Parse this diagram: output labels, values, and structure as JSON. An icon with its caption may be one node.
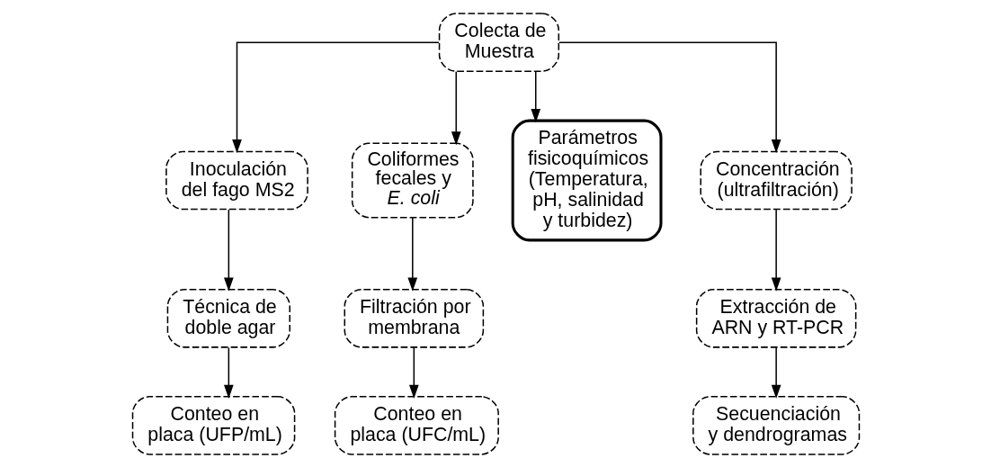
{
  "diagram": {
    "nodes": [
      {
        "text": [
          "Colecta de Muestra"
        ]
      },
      {
        "text": [
          "Inoculación del fago MS2"
        ]
      },
      {
        "text": [
          "Técnica de doble agar"
        ]
      },
      {
        "text": [
          "Conteo en placa (UFP/mL)"
        ]
      },
      {
        "text": [
          "Coliformes fecales y *E. coli*"
        ]
      },
      {
        "text": [
          "Filtración por membrana"
        ]
      },
      {
        "text": [
          "Conteo en placa (UFC/mL)"
        ]
      },
      {
        "text": [
          "Parámetros fisicoquímicos (Temperatura, pH, salinidad y turbidez)"
        ]
      },
      {
        "text": [
          "Concentración (ultrafiltración)"
        ]
      },
      {
        "text": [
          "Extracción de ARN y RT-PCR"
        ]
      },
      {
        "text": [
          "Secuenciación y dendrogramas"
        ]
      }
    ],
    "edges": [
      {
        "from": 0,
        "to": 1,
        "arrow": "to"
      },
      {
        "from": 0,
        "to": 4,
        "arrow": "to"
      },
      {
        "from": 0,
        "to": 7,
        "arrow": "to"
      },
      {
        "from": 0,
        "to": 8,
        "arrow": "to"
      },
      {
        "from": 1,
        "to": 2,
        "arrow": "to"
      },
      {
        "from": 2,
        "to": 3,
        "arrow": "to"
      },
      {
        "from": 4,
        "to": 5,
        "arrow": "to"
      },
      {
        "from": 5,
        "to": 6,
        "arrow": "to"
      },
      {
        "from": 8,
        "to": 9,
        "arrow": "to"
      },
      {
        "from": 9,
        "to": 10,
        "arrow": "to"
      }
    ]
  }
}
